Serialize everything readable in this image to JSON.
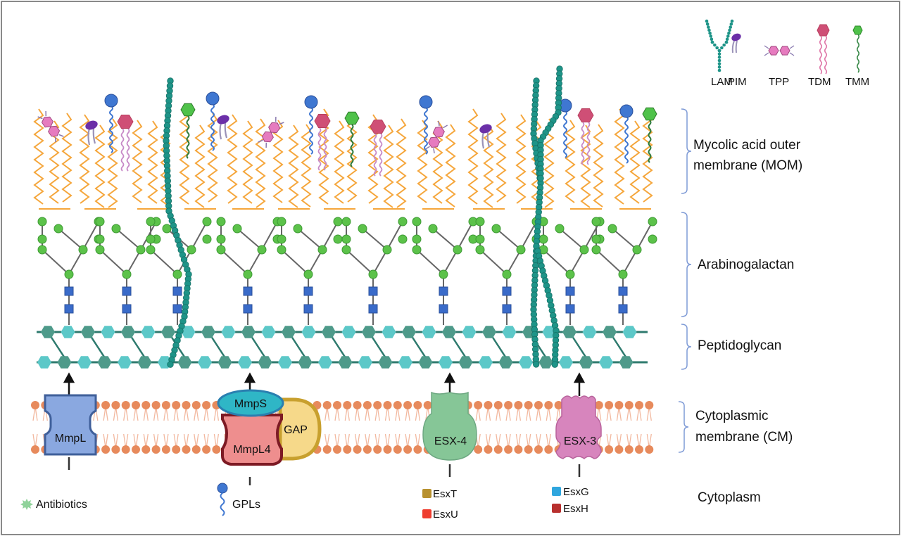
{
  "figure": {
    "topic": "Mycobacterial cell envelope",
    "colors": {
      "mycolic": "#f5a63b",
      "lam": "#1e9488",
      "arabinose": "#5cc24a",
      "galactan_linker": "#3a6bc9",
      "pg_dark": "#4e9a8a",
      "pg_light": "#5cc8c8",
      "lipid_head": "#e78a5c",
      "lipid_tail": "#f2b9a0",
      "bracket": "#7f9bd6",
      "pim": "#6b2fa8",
      "tpp": "#e67bbf",
      "tdm": "#cf4f76",
      "tmm": "#4fc24a",
      "gpl": "#3f77d1",
      "mmpl": "#8aa8e0",
      "mmps": "#2fb6c6",
      "mmpl4": "#ee8e8e",
      "gap": "#f6d98a",
      "esx4": "#86c697",
      "esx3": "#d785bd",
      "esxT": "#b8912f",
      "esxU": "#ef3d2f",
      "esxG": "#2fa6de",
      "esxH": "#b8302e",
      "antibiotics": "#8fd29a"
    }
  },
  "legend_top": [
    {
      "key": "lam",
      "label": "LAM"
    },
    {
      "key": "pim",
      "label": "PIM"
    },
    {
      "key": "tpp",
      "label": "TPP"
    },
    {
      "key": "tdm",
      "label": "TDM"
    },
    {
      "key": "tmm",
      "label": "TMM"
    }
  ],
  "layers": [
    {
      "key": "mom",
      "line1": "Mycolic acid outer",
      "line2": "membrane (MOM)"
    },
    {
      "key": "ag",
      "line1": "Arabinogalactan"
    },
    {
      "key": "pg",
      "line1": "Peptidoglycan"
    },
    {
      "key": "cm",
      "line1": "Cytoplasmic",
      "line2": "membrane (CM)"
    },
    {
      "key": "cyto",
      "line1": "Cytoplasm"
    }
  ],
  "proteins": {
    "mmpl": "MmpL",
    "mmps": "MmpS",
    "mmpl4": "MmpL4",
    "gap": "GAP",
    "esx4": "ESX-4",
    "esx3": "ESX-3"
  },
  "bottom_legend": {
    "antibiotics": "Antibiotics",
    "gpls": "GPLs",
    "esxT": "EsxT",
    "esxU": "EsxU",
    "esxG": "EsxG",
    "esxH": "EsxH"
  }
}
